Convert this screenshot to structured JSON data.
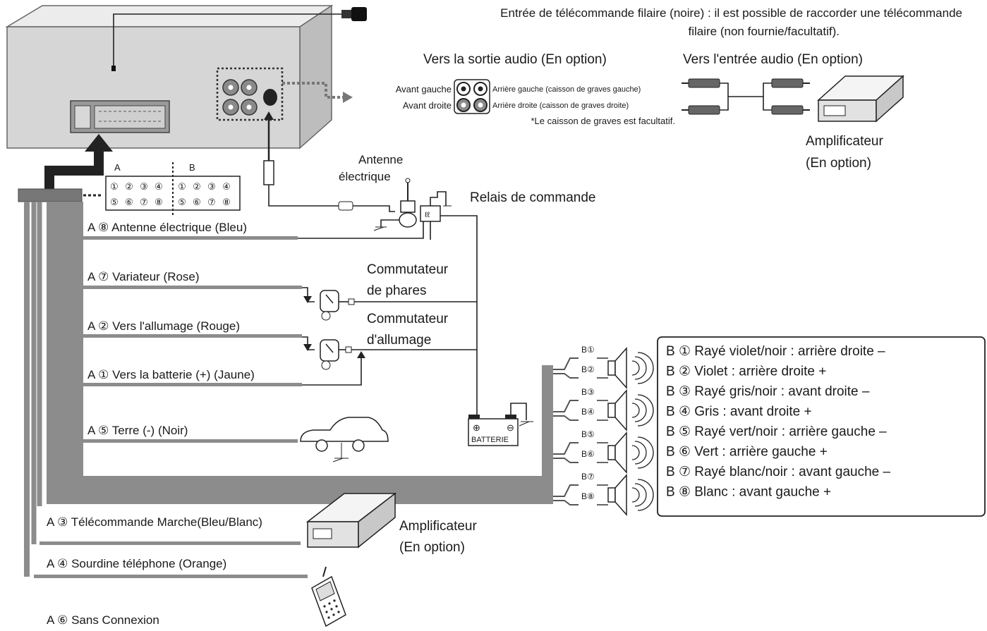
{
  "remote": {
    "line1": "Entrée de télécommande filaire (noire) : il est possible de raccorder une télécommande",
    "line2": "filaire (non fournie/facultatif)."
  },
  "audio_out": {
    "title": "Vers la sortie audio  (En option)",
    "front_left": "Avant gauche",
    "front_right": "Avant droite",
    "rear_left": "Arrière gauche (caisson de graves gauche)",
    "rear_right": "Arrière droite (caisson de graves droite)",
    "note": "*Le caisson de graves est facultatif."
  },
  "audio_in": {
    "title": "Vers l'entrée audio (En option)",
    "amp_line1": "Amplificateur",
    "amp_line2": "(En option)"
  },
  "connector": {
    "label_a": "A",
    "label_b": "B",
    "pins_top": [
      "①",
      "②",
      "③",
      "④",
      "①",
      "②",
      "③",
      "④"
    ],
    "pins_bottom": [
      "⑤",
      "⑥",
      "⑦",
      "⑧",
      "⑤",
      "⑥",
      "⑦",
      "⑧"
    ]
  },
  "antenna": {
    "line1": "Antenne",
    "line2": "électrique"
  },
  "relay": "Relais de commande",
  "wires": {
    "a8": "A ⑧  Antenne électrique (Bleu)",
    "a7": "A ⑦  Variateur (Rose)",
    "a2": "A ②  Vers l'allumage (Rouge)",
    "a1": "A ①  Vers la batterie (+) (Jaune)",
    "a5": "A ⑤  Terre (-) (Noir)",
    "a3": "A ③  Télécommande Marche(Bleu/Blanc)",
    "a4": "A ④  Sourdine téléphone (Orange)",
    "a6": "A ⑥  Sans Connexion"
  },
  "switches": {
    "headlight_line1": "Commutateur",
    "headlight_line2": "de phares",
    "ignition_line1": "Commutateur",
    "ignition_line2": "d'allumage"
  },
  "battery": {
    "label": "BATTERIE",
    "plus": "⊕",
    "minus": "⊖"
  },
  "speaker_tags": [
    "B①",
    "B②",
    "B③",
    "B④",
    "B⑤",
    "B⑥",
    "B⑦",
    "B⑧"
  ],
  "legend": [
    "B ①  Rayé violet/noir : arrière droite –",
    "B ②  Violet : arrière droite +",
    "B ③  Rayé gris/noir : avant droite –",
    "B ④  Gris : avant droite +",
    "B ⑤  Rayé vert/noir : arrière gauche –",
    "B ⑥  Vert : arrière gauche +",
    "B ⑦  Rayé blanc/noir : avant gauche –",
    "B ⑧  Blanc : avant gauche +"
  ],
  "amp_bottom": {
    "line1": "Amplificateur",
    "line2": "(En option)"
  }
}
